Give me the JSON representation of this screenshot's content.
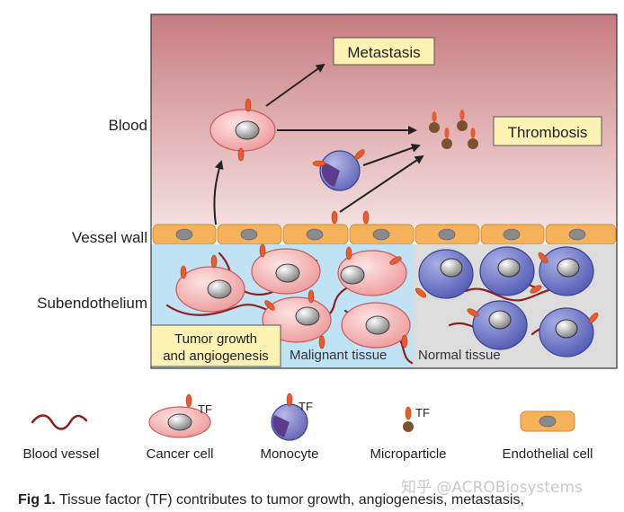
{
  "labels": {
    "blood": "Blood",
    "vessel_wall": "Vessel wall",
    "subendothelium": "Subendothelium",
    "metastasis": "Metastasis",
    "thrombosis": "Thrombosis",
    "tumor_growth_line1": "Tumor growth",
    "tumor_growth_line2": "and angiogenesis",
    "malignant_tissue": "Malignant tissue",
    "normal_tissue": "Normal tissue"
  },
  "legend": {
    "blood_vessel": "Blood vessel",
    "cancer_cell": "Cancer cell",
    "monocyte": "Monocyte",
    "microparticle": "Microparticle",
    "endothelial_cell": "Endothelial cell",
    "tf": "TF"
  },
  "caption": {
    "fig_label": "Fig 1.",
    "text": " Tissue factor (TF) contributes to tumor growth, angiogenesis, metastasis,"
  },
  "watermark": "知乎 @ACROBiosystems",
  "colors": {
    "blood_top": "#c98082",
    "blood_bottom": "#f2dcdd",
    "malignant_bg": "#bfe3f4",
    "normal_bg": "#dcdcdc",
    "cancer_cell": "#f2a5a5",
    "normal_cell": "#6f78c9",
    "endothelial": "#f6b25a",
    "tf": "#ee5a2a",
    "vessel": "#8e1f1f",
    "label_box": "#fbf2b4"
  }
}
